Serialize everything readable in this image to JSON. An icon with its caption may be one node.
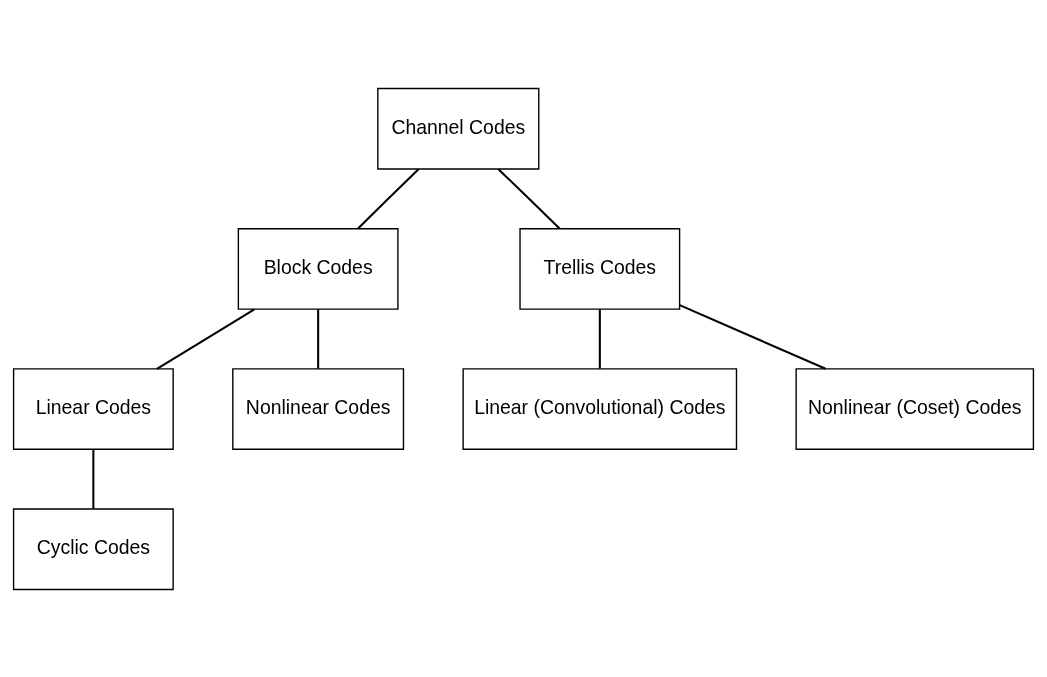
{
  "diagram": {
    "nodes": [
      {
        "text": [
          "Channel Codes"
        ]
      },
      {
        "text": [
          "Block Codes"
        ]
      },
      {
        "text": [
          "Trellis Codes"
        ]
      },
      {
        "text": [
          "Linear Codes"
        ]
      },
      {
        "text": [
          "Nonlinear Codes"
        ]
      },
      {
        "text": [
          "Linear (Convolutional) Codes"
        ]
      },
      {
        "text": [
          "Nonlinear (Coset) Codes"
        ]
      },
      {
        "text": [
          "Cyclic Codes"
        ]
      }
    ],
    "edges": [
      {
        "from": 0,
        "to": 1,
        "arrow": "none"
      },
      {
        "from": 0,
        "to": 2,
        "arrow": "none"
      },
      {
        "from": 1,
        "to": 3,
        "arrow": "none"
      },
      {
        "from": 1,
        "to": 4,
        "arrow": "none"
      },
      {
        "from": 2,
        "to": 5,
        "arrow": "none"
      },
      {
        "from": 2,
        "to": 6,
        "arrow": "none"
      },
      {
        "from": 3,
        "to": 7,
        "arrow": "none"
      }
    ]
  }
}
